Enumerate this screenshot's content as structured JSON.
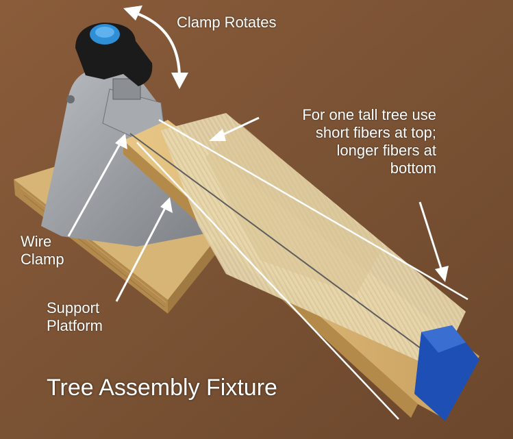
{
  "labels": {
    "clamp_rotates": "Clamp Rotates",
    "fiber_note": {
      "line1": "For one tall tree use",
      "line2": "short fibers at top;",
      "line3": "longer fibers at",
      "line4": "bottom"
    },
    "wire_clamp": {
      "line1": "Wire",
      "line2": "Clamp"
    },
    "support_platform": {
      "line1": "Support",
      "line2": "Platform"
    },
    "title": "Tree Assembly Fixture"
  },
  "colors": {
    "background": "#7a5234",
    "label_text": "#ffffff",
    "clamp_body": "#9a9ea3",
    "knob": "#1b1b1b",
    "knob_cap": "#2f8fd6",
    "wood": "#d9b36c",
    "fiber": "#e6d6ad",
    "tape": "#1d4fb4"
  },
  "icons": [
    "rotate-arrow-icon",
    "pointer-arrow-icon"
  ]
}
